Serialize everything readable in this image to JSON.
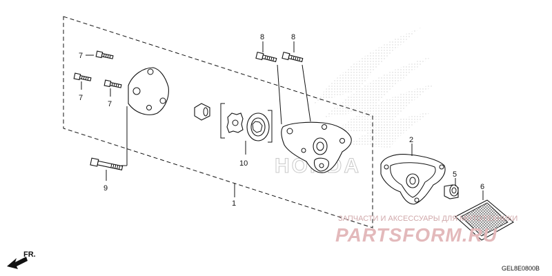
{
  "callouts": {
    "c1": "1",
    "c2": "2",
    "c5": "5",
    "c6": "6",
    "c7a": "7",
    "c7b": "7",
    "c7c": "7",
    "c8a": "8",
    "c8b": "8",
    "c9": "9",
    "c10": "10"
  },
  "watermark": {
    "brand": "HONDA",
    "caption": "ЗАПЧАСТИ И АКСЕССУАРЫ ДЛЯ МОТОТЕХНИКИ",
    "site": "PARTSFORM.RU"
  },
  "direction_label": "FR.",
  "diagram_code": "GEL8E0800B",
  "colors": {
    "line": "#111111",
    "watermark": "#e3b9bb"
  }
}
